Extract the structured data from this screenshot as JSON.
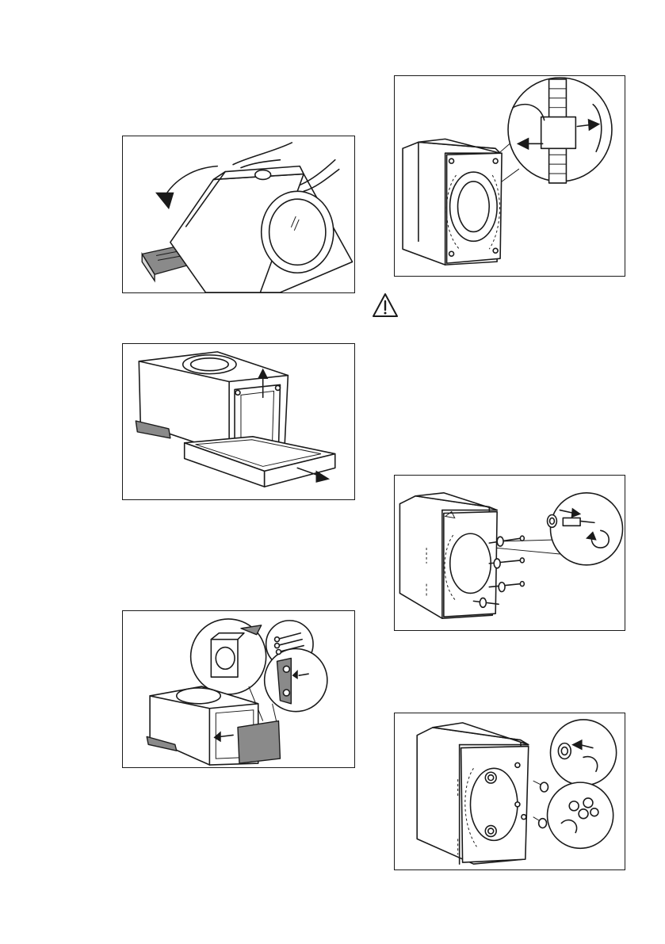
{
  "figures": [
    {
      "id": "tilt-machine",
      "icon": "tilt-machine-illustration"
    },
    {
      "id": "remove-base",
      "icon": "remove-packaging-base-illustration"
    },
    {
      "id": "insert-panel",
      "icon": "insert-bottom-panel-illustration"
    },
    {
      "id": "release-hose",
      "icon": "release-hose-clip-illustration"
    },
    {
      "id": "remove-bolts",
      "icon": "remove-transit-bolts-illustration"
    },
    {
      "id": "insert-caps",
      "icon": "insert-plastic-caps-illustration"
    }
  ],
  "warning": {
    "icon": "warning-triangle-icon"
  },
  "colors": {
    "line": "#1a1a1a",
    "fill_dark": "#8a8a8a",
    "fill_light": "#d8d8d8",
    "background": "#ffffff"
  }
}
